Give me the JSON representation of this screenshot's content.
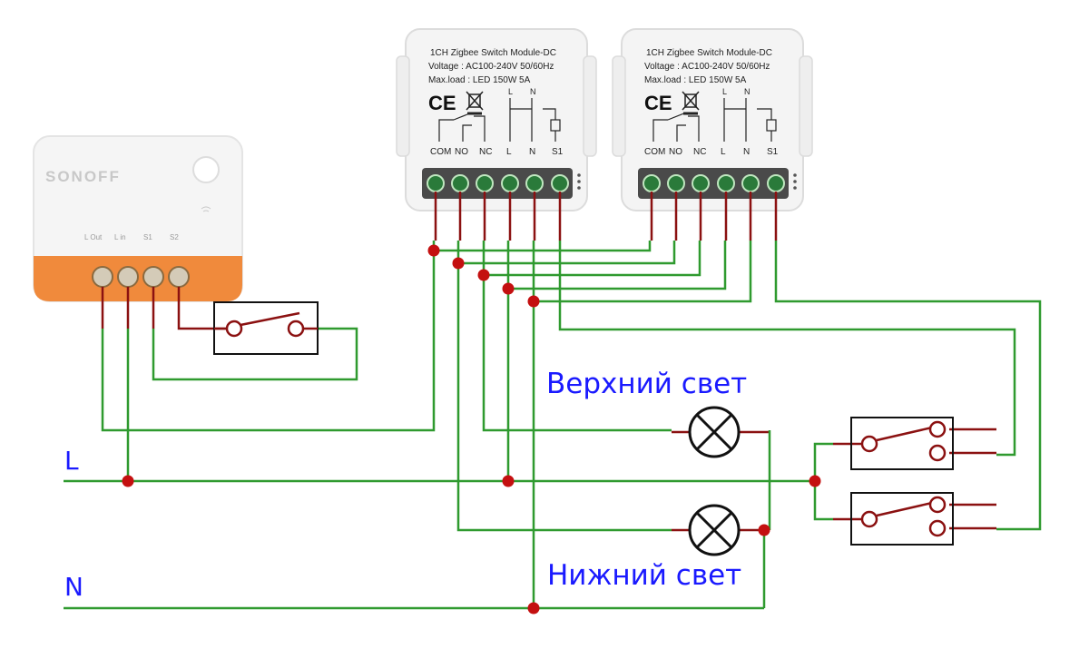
{
  "colors": {
    "green_wire": "#2f9a2f",
    "red_wire": "#8b1111",
    "junction": "#c41010",
    "label_blue": "#1a1aff",
    "sonoff_orange": "#f08a3c",
    "module_body": "#f4f4f4"
  },
  "sonoff": {
    "brand": "SONOFF",
    "terminals": [
      "L Out",
      "L in",
      "S1",
      "S2"
    ]
  },
  "modules": [
    {
      "title": "1CH Zigbee Switch Module-DC",
      "voltage": "Voltage : AC100-240V 50/60Hz",
      "maxload": "Max.load : LED 150W  5A",
      "ce": "CE",
      "top_l": "L",
      "top_n": "N",
      "terminals": [
        "COM",
        "NO",
        "NC",
        "L",
        "N",
        "S1"
      ]
    },
    {
      "title": "1CH Zigbee Switch Module-DC",
      "voltage": "Voltage : AC100-240V 50/60Hz",
      "maxload": "Max.load : LED 150W  5A",
      "ce": "CE",
      "top_l": "L",
      "top_n": "N",
      "terminals": [
        "COM",
        "NO",
        "NC",
        "L",
        "N",
        "S1"
      ]
    }
  ],
  "labels": {
    "upper_light": "Верхний свет",
    "lower_light": "Нижний свет",
    "line_l": "L",
    "line_n": "N"
  }
}
